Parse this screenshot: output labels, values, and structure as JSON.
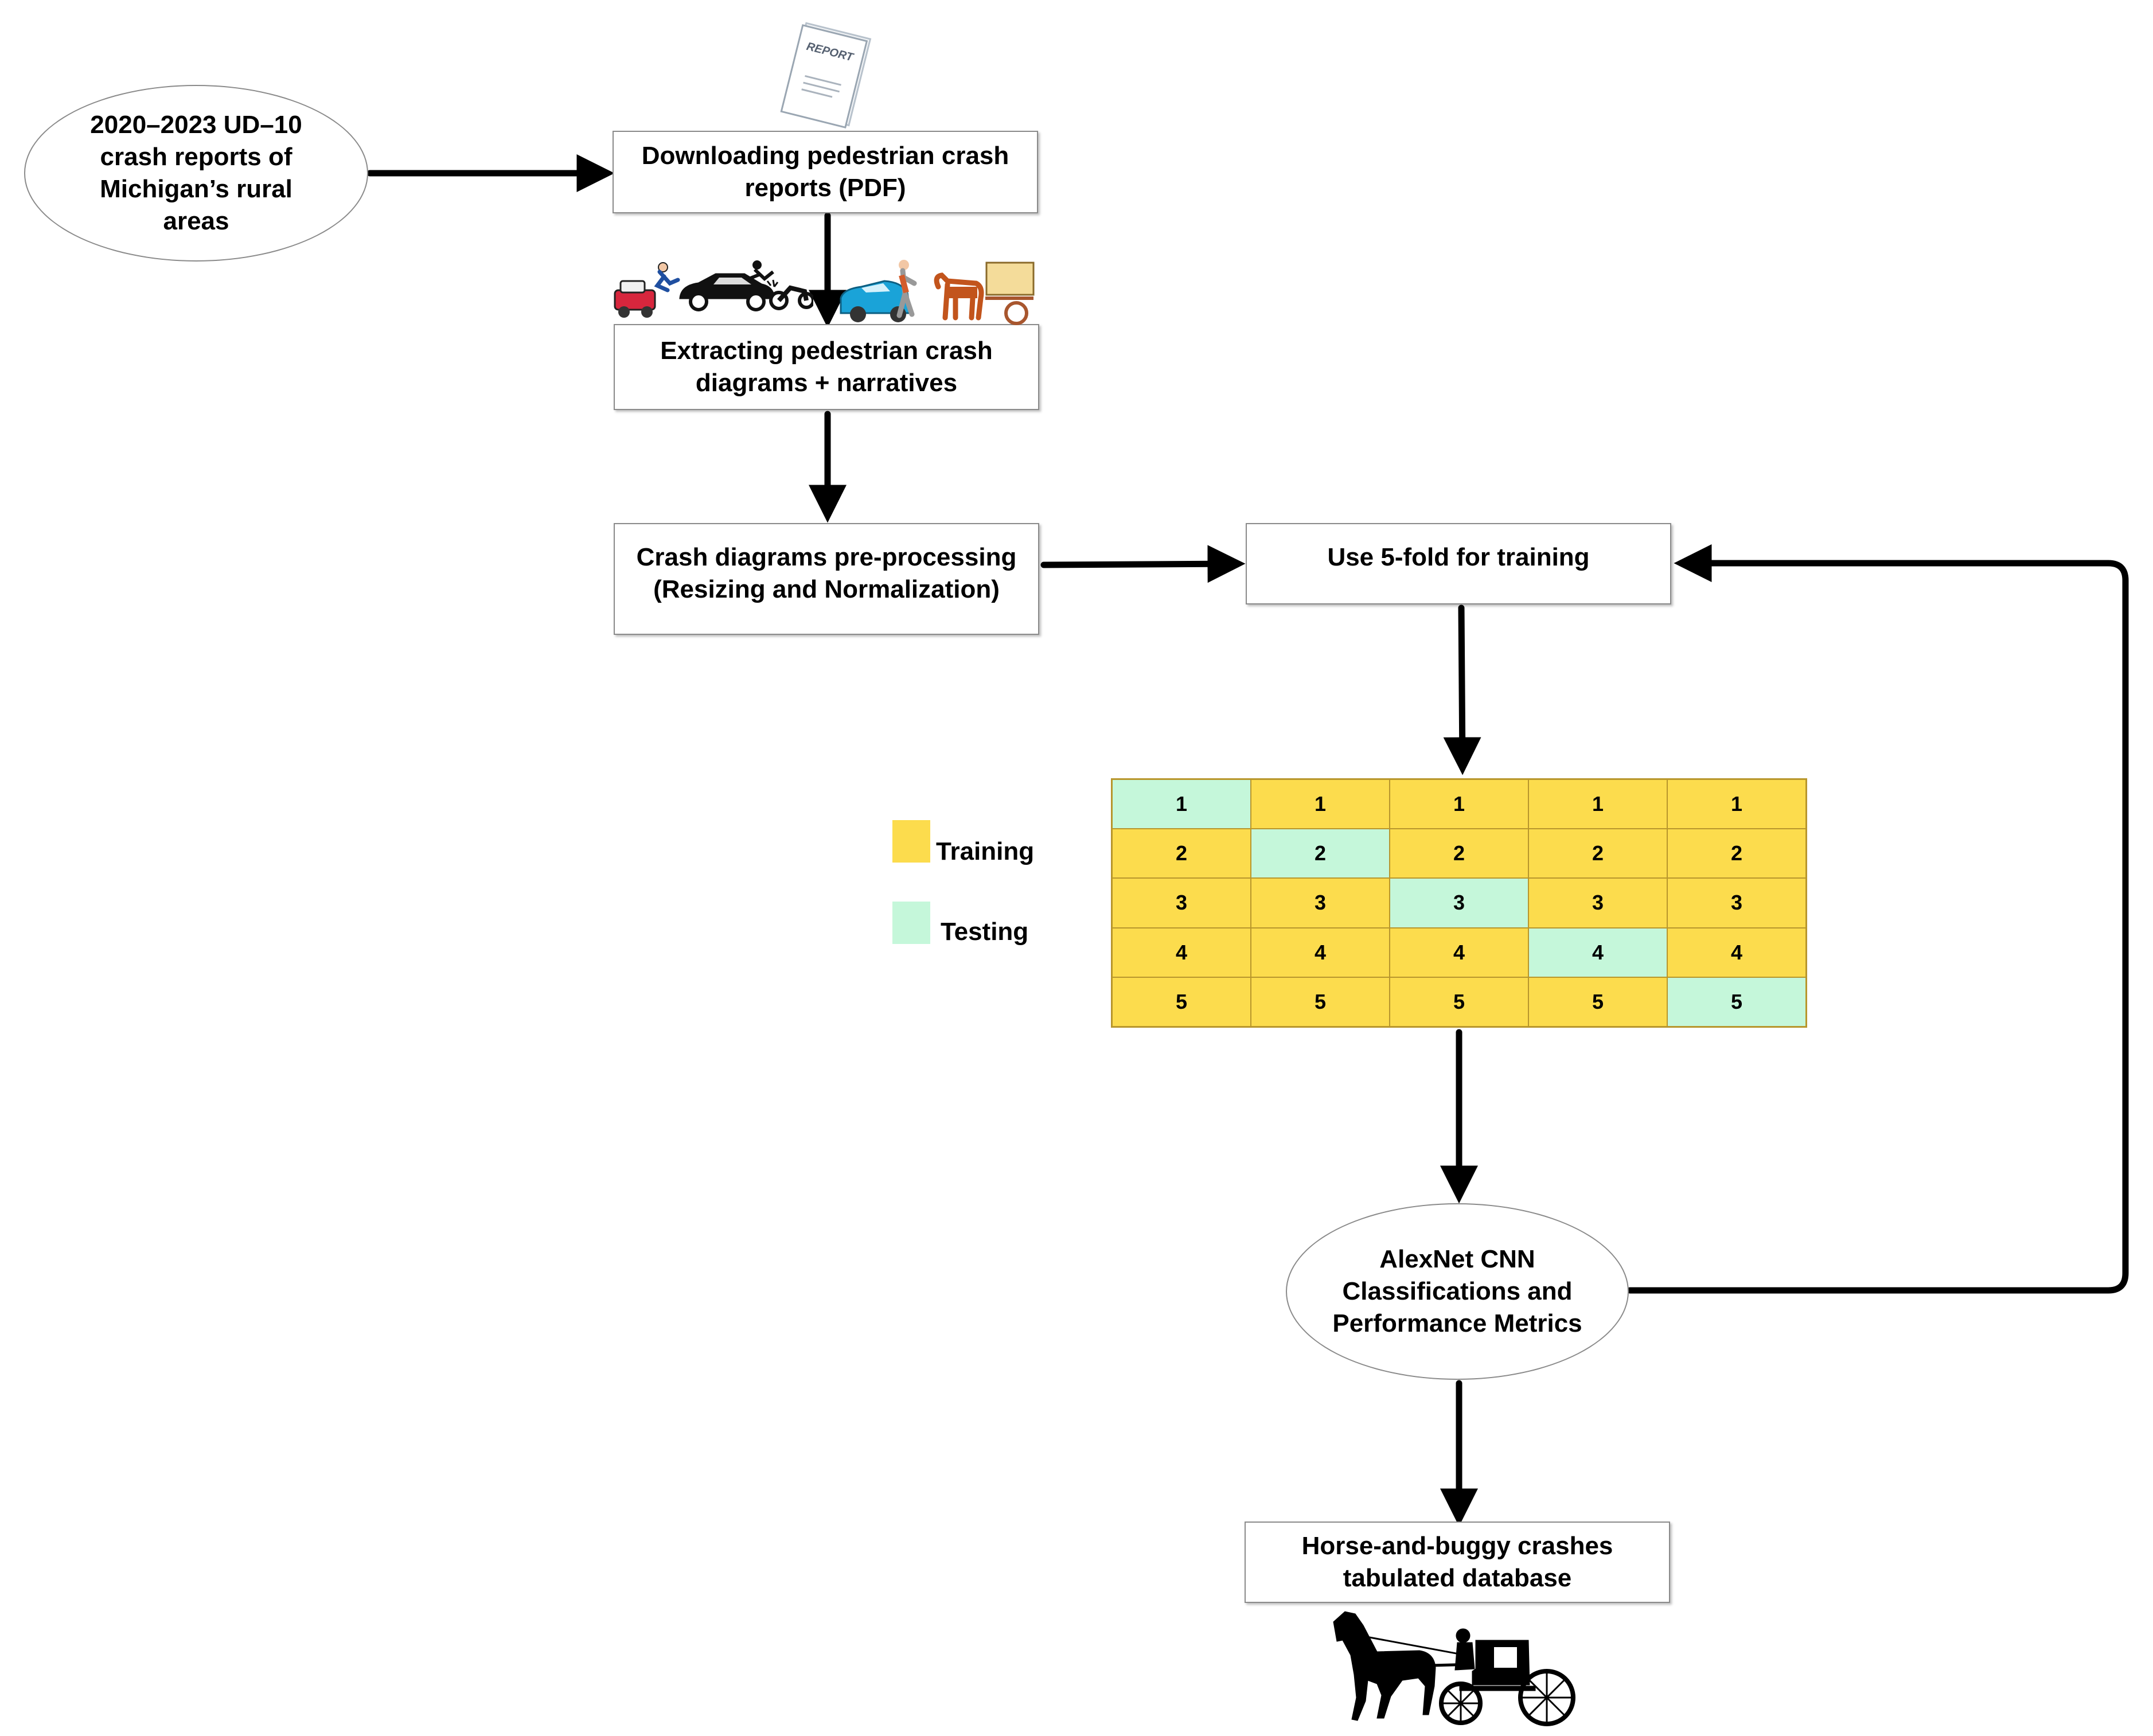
{
  "nodes": {
    "source": "2020–2023 UD–10\ncrash reports of\nMichigan’s rural\nareas",
    "download": "Downloading pedestrian crash\nreports (PDF)",
    "extract": "Extracting pedestrian crash\ndiagrams + narratives",
    "preprocess": "Crash diagrams pre-processing\n(Resizing and Normalization)",
    "kfold": "Use 5-fold for training",
    "model": "AlexNet CNN\nClassifications and\nPerformance Metrics",
    "output": "Horse-and-buggy crashes\ntabulated database"
  },
  "report_icon": {
    "label": "REPORT"
  },
  "legend": {
    "training": "Training",
    "testing": "Testing"
  },
  "colors": {
    "training": "#FCDC4D",
    "testing": "#C5F7DA",
    "arrow": "#000000",
    "border": "#8a8a8a"
  },
  "folds": {
    "rows": [
      [
        "1",
        "1",
        "1",
        "1",
        "1"
      ],
      [
        "2",
        "2",
        "2",
        "2",
        "2"
      ],
      [
        "3",
        "3",
        "3",
        "3",
        "3"
      ],
      [
        "4",
        "4",
        "4",
        "4",
        "4"
      ],
      [
        "5",
        "5",
        "5",
        "5",
        "5"
      ]
    ],
    "testing_cell_in_column": [
      1,
      2,
      3,
      4,
      5
    ]
  },
  "icons": [
    "report-document",
    "car-crash-pedestrian",
    "car-motorcycle-collision",
    "car-pedestrian",
    "horse-cart",
    "horse-and-buggy-silhouette"
  ]
}
